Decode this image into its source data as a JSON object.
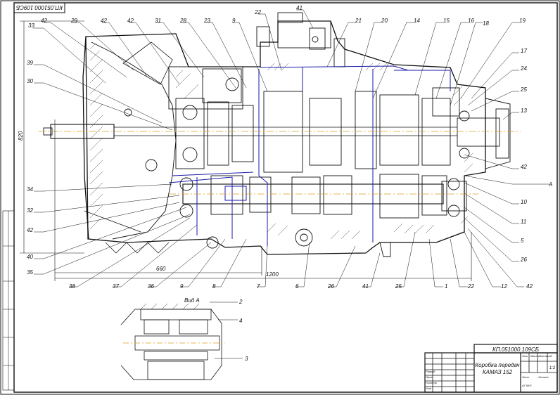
{
  "drawing": {
    "code_rotated": "КП.051000.109СБ",
    "code_stamp": "КП.051000.109СБ",
    "title_line1": "Коробка передач",
    "title_line2": "КАМАЗ 152",
    "sheet_scale": "1:2",
    "view_label": "Вид А",
    "letter_a": "A",
    "dim_660": "660",
    "dim_1200": "1200",
    "dim_height": "820",
    "stamp_cells": {
      "lit": "Лит",
      "mass": "Масса",
      "scale": "Масштаб",
      "sheet": "Лист",
      "sheets": "Листов",
      "razrab": "Разраб",
      "prov": "Пров",
      "tkontr": "Т.контр",
      "nkontr": "Н.контр",
      "utv": "Утв",
      "group": "АГ ВУЗ"
    },
    "colors": {
      "line": "#111111",
      "section": "#1a1aa8",
      "axis": "#e0a020",
      "hatch": "#333333"
    }
  },
  "callouts_top": [
    "33",
    "42",
    "29",
    "42",
    "42",
    "31",
    "28",
    "23",
    "9",
    "22",
    "41",
    "21",
    "20",
    "14",
    "15",
    "16",
    "18",
    "19"
  ],
  "callouts_left": [
    "39",
    "30",
    "34",
    "32",
    "42",
    "40",
    "35"
  ],
  "callouts_right": [
    "17",
    "24",
    "25",
    "13",
    "42",
    "A",
    "10",
    "11",
    "5",
    "26",
    "42"
  ],
  "callouts_bottom": [
    "38",
    "37",
    "36",
    "9",
    "8",
    "7",
    "6",
    "26",
    "41",
    "25",
    "1",
    "22",
    "12"
  ],
  "view_callouts": [
    "2",
    "4",
    "3"
  ]
}
